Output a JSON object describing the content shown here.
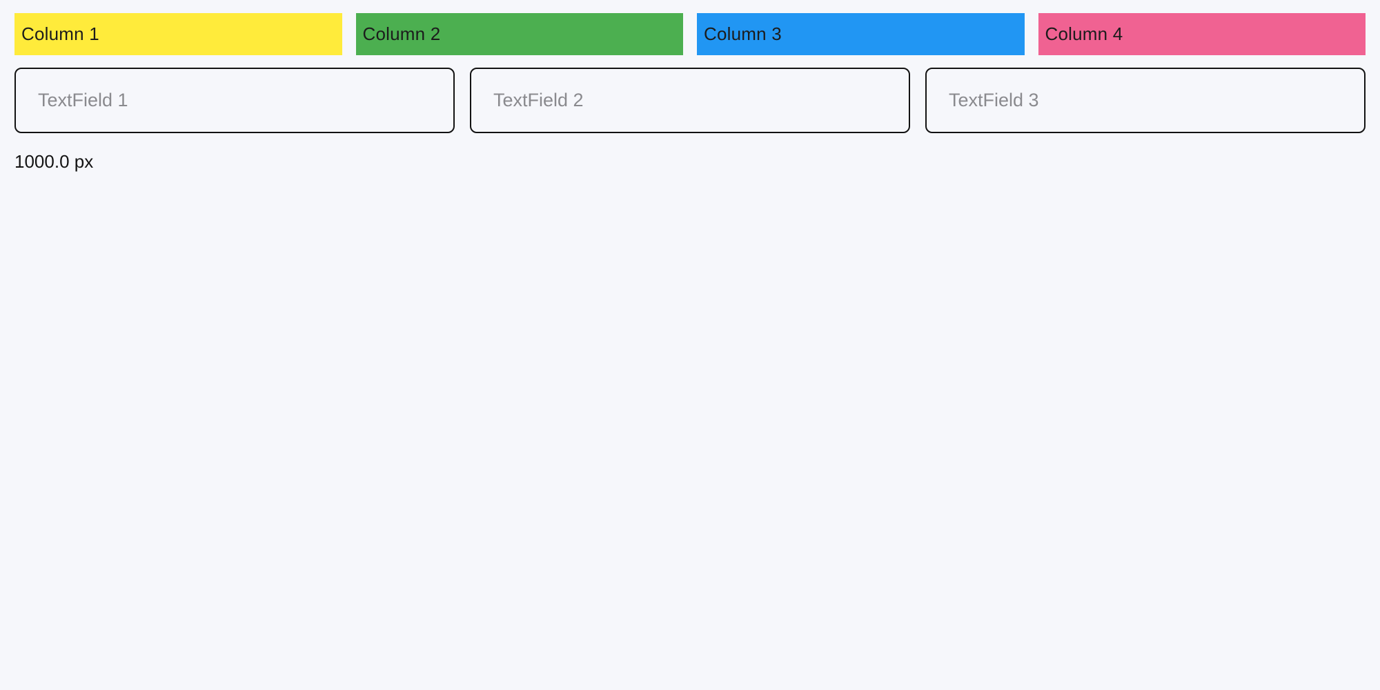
{
  "page": {
    "background": "#f6f7fb",
    "width_label": "1000.0 px"
  },
  "columns": [
    {
      "label": "Column 1",
      "color": "#ffeb3b"
    },
    {
      "label": "Column 2",
      "color": "#4caf50"
    },
    {
      "label": "Column 3",
      "color": "#2196f3"
    },
    {
      "label": "Column 4",
      "color": "#f06292"
    }
  ],
  "textfields": [
    {
      "placeholder": "TextField 1"
    },
    {
      "placeholder": "TextField 2"
    },
    {
      "placeholder": "TextField 3"
    }
  ]
}
